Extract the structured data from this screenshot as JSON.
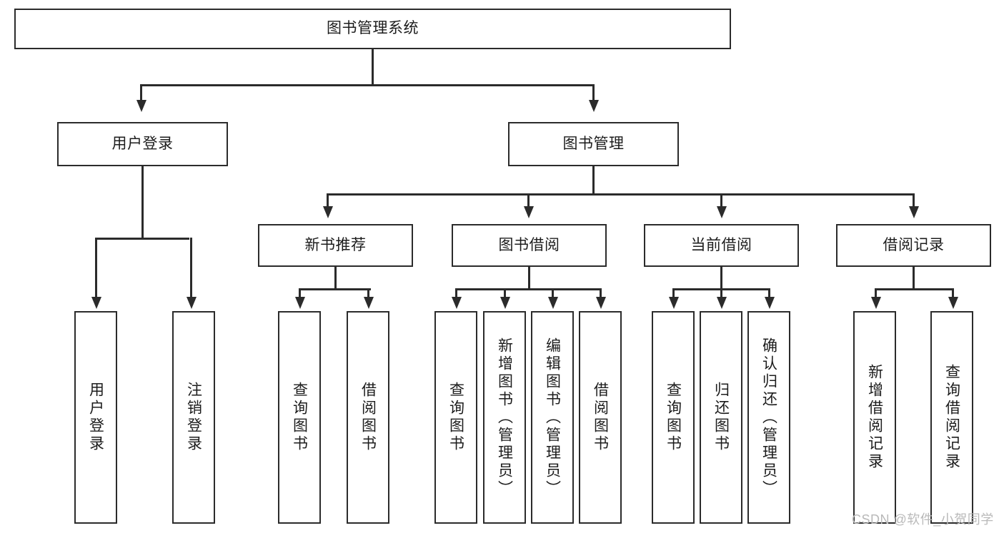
{
  "diagram": {
    "title": "图书管理系统",
    "type": "tree-hierarchy",
    "root": {
      "label": "图书管理系统"
    },
    "level1": [
      {
        "label": "用户登录"
      },
      {
        "label": "图书管理"
      }
    ],
    "level2": [
      {
        "label": "新书推荐",
        "parent": "图书管理"
      },
      {
        "label": "图书借阅",
        "parent": "图书管理"
      },
      {
        "label": "当前借阅",
        "parent": "图书管理"
      },
      {
        "label": "借阅记录",
        "parent": "图书管理"
      }
    ],
    "leaves": {
      "user_login": [
        {
          "label": "用户登录"
        },
        {
          "label": "注销登录"
        }
      ],
      "new_book_recommend": [
        {
          "label": "查询图书"
        },
        {
          "label": "借阅图书"
        }
      ],
      "book_borrow": [
        {
          "label": "查询图书"
        },
        {
          "label": "新增图书（管理员）"
        },
        {
          "label": "编辑图书（管理员）"
        },
        {
          "label": "借阅图书"
        }
      ],
      "current_borrow": [
        {
          "label": "查询图书"
        },
        {
          "label": "归还图书"
        },
        {
          "label": "确认归还（管理员）"
        }
      ],
      "borrow_record": [
        {
          "label": "新增借阅记录"
        },
        {
          "label": "查询借阅记录"
        }
      ]
    }
  },
  "watermark": {
    "text": "CSDN @软件_小贺同学"
  },
  "colors": {
    "line": "#2b2b2b",
    "box_fill": "#ffffff",
    "text": "#1c1c1c",
    "watermark": "#b9b9b9",
    "background": "#ffffff"
  }
}
